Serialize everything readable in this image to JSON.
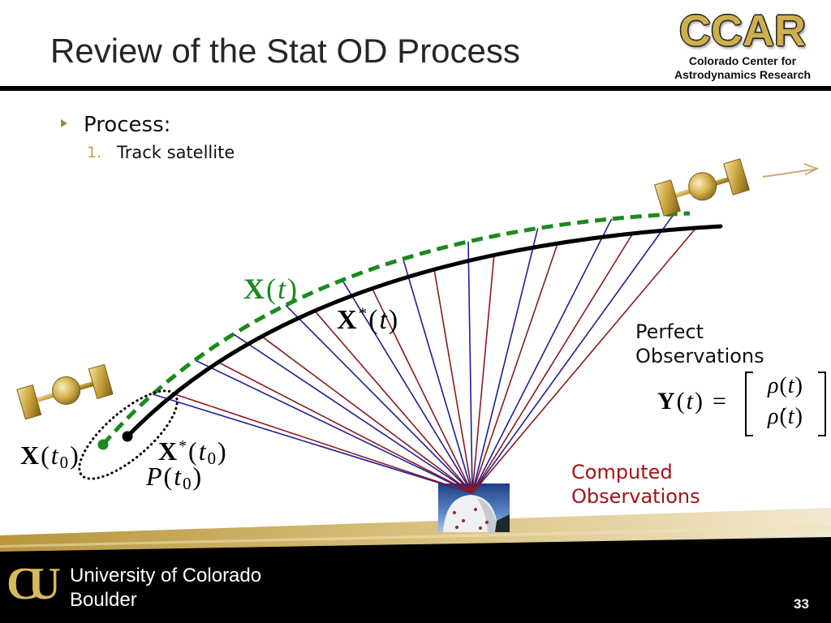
{
  "slide": {
    "title": "Review of the Stat OD Process",
    "page_number": "33"
  },
  "logo": {
    "acronym": "CCAR",
    "line1": "Colorado Center for",
    "line2": "Astrodynamics Research"
  },
  "bullets": {
    "level1": "Process:",
    "items": [
      {
        "number": "1.",
        "text": "Track satellite"
      }
    ]
  },
  "diagram": {
    "labels": {
      "x_t": {
        "symbol": "X",
        "open": "(",
        "var": "t",
        "close": ")"
      },
      "xstar_t": {
        "symbol": "X",
        "sup": "*",
        "open": "(",
        "var": "t",
        "close": ")"
      },
      "x_t0": {
        "symbol": "X",
        "open": "(",
        "var": "t",
        "sub": "0",
        "close": ")"
      },
      "xstar_t0": {
        "symbol": "X",
        "sup": "*",
        "open": "(",
        "var": "t",
        "sub": "0",
        "close": ")"
      },
      "p_t0": {
        "symbol": "P",
        "open": "(",
        "var": "t",
        "sub": "0",
        "close": ")"
      }
    },
    "perfect_observations": [
      "Perfect",
      "Observations"
    ],
    "computed_observations": [
      "Computed",
      "Observations"
    ],
    "y_equation": {
      "symbol": "Y",
      "open": "(",
      "var": "t",
      "close": ")",
      "equals": "=",
      "rows": [
        {
          "symbol": "ρ",
          "open": "(",
          "var": "t",
          "close": ")"
        },
        {
          "symbol": "ρ̇",
          "open": "(",
          "var": "t",
          "close": ")"
        }
      ]
    },
    "colors": {
      "true_state": "#1a8a1f",
      "reference_state": "#000000",
      "perfect_observation_lines": "#1e1e9a",
      "computed_observation_lines": "#8b1a1f",
      "computed_label": "#a0151b",
      "accent_gold": "#c9a23a"
    },
    "icons": {
      "bullet": "triangle-bullet-icon",
      "spacecraft": "satellite-icon",
      "ground_station": "radar-dome-image",
      "motion": "velocity-arrow"
    }
  },
  "footer": {
    "university_line1": "University of Colorado",
    "university_line2": "Boulder",
    "logo_text": "CU"
  }
}
